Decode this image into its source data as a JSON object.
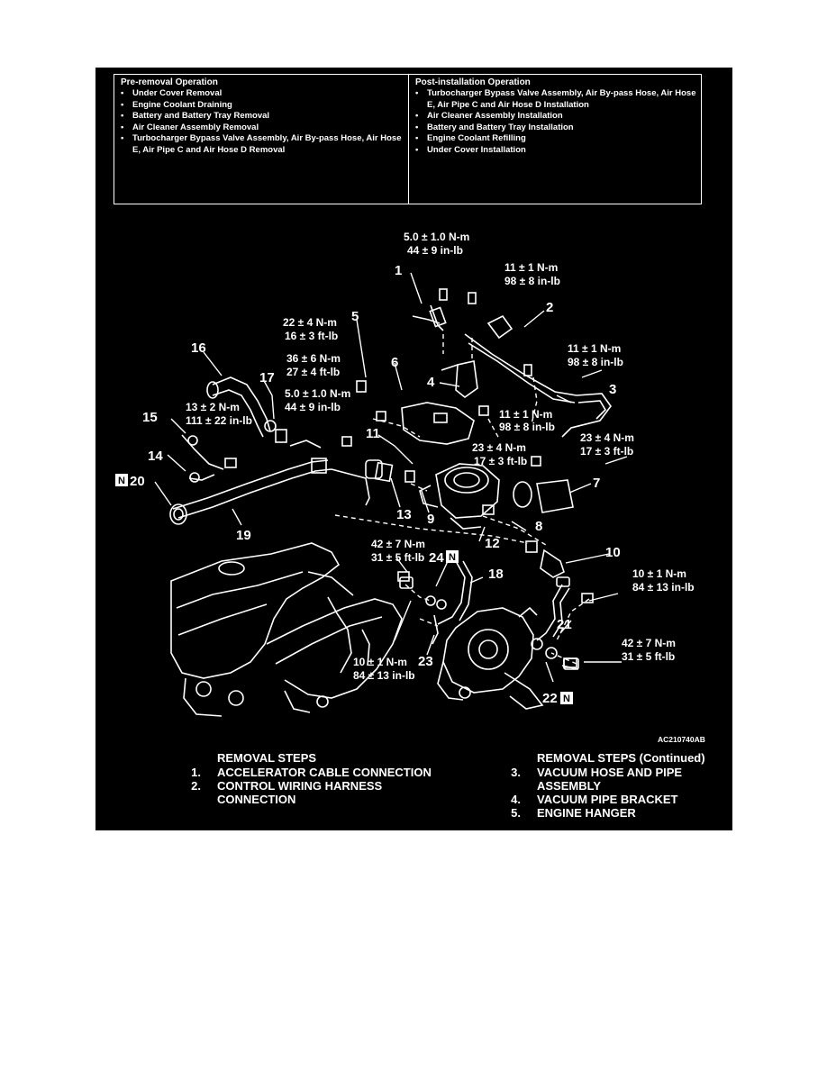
{
  "operations": {
    "pre_removal": {
      "heading": "Pre-removal Operation",
      "items": [
        "Under Cover Removal",
        "Engine Coolant Draining",
        "Battery and Battery Tray Removal",
        "Air Cleaner Assembly Removal",
        "Turbocharger Bypass Valve Assembly, Air By-pass Hose, Air Hose E, Air Pipe C and Air Hose D Removal"
      ]
    },
    "post_installation": {
      "heading": "Post-installation Operation",
      "items": [
        "Turbocharger Bypass Valve Assembly, Air By-pass Hose, Air Hose E, Air Pipe C and Air Hose D Installation",
        "Air Cleaner Assembly Installation",
        "Battery and Battery Tray Installation",
        "Engine Coolant Refilling",
        "Under Cover Installation"
      ]
    }
  },
  "diagram": {
    "code": "AC210740AB",
    "badge_letter": "N",
    "torque_labels": [
      {
        "id": "t1",
        "line1": "5.0 ± 1.0 N-m",
        "line2": "44 ± 9 in-lb"
      },
      {
        "id": "t2",
        "line1": "11 ± 1 N-m",
        "line2": "98 ± 8 in-lb"
      },
      {
        "id": "t3",
        "line1": "22 ± 4 N-m",
        "line2": "16 ± 3 ft-lb"
      },
      {
        "id": "t4",
        "line1": "11 ± 1 N-m",
        "line2": "98 ± 8 in-lb"
      },
      {
        "id": "t5",
        "line1": "36 ± 6 N-m",
        "line2": "27 ± 4 ft-lb"
      },
      {
        "id": "t6",
        "line1": "5.0 ± 1.0 N-m",
        "line2": "44 ± 9 in-lb"
      },
      {
        "id": "t7",
        "line1": "11 ± 1 N-m",
        "line2": "98 ± 8 in-lb"
      },
      {
        "id": "t8",
        "line1": "13 ± 2 N-m",
        "line2": "111 ± 22 in-lb"
      },
      {
        "id": "t9",
        "line1": "23 ± 4 N-m",
        "line2": "17 ± 3 ft-lb"
      },
      {
        "id": "t10",
        "line1": "23 ± 4 N-m",
        "line2": "17 ± 3 ft-lb"
      },
      {
        "id": "t11",
        "line1": "42 ± 7 N-m",
        "line2": "31 ± 5 ft-lb"
      },
      {
        "id": "t12",
        "line1": "10 ± 1 N-m",
        "line2": "84 ± 13 in-lb"
      },
      {
        "id": "t13",
        "line1": "42 ± 7 N-m",
        "line2": "31 ± 5 ft-lb"
      },
      {
        "id": "t14",
        "line1": "10 ± 1 N-m",
        "line2": "84 ± 13 in-lb"
      }
    ],
    "part_numbers": [
      "1",
      "2",
      "3",
      "4",
      "5",
      "6",
      "7",
      "8",
      "9",
      "10",
      "11",
      "12",
      "13",
      "14",
      "15",
      "16",
      "17",
      "18",
      "19",
      "20",
      "21",
      "22",
      "23",
      "24"
    ]
  },
  "removal_steps": {
    "heading": "REMOVAL STEPS",
    "items": [
      {
        "no": "1.",
        "text": "ACCELERATOR CABLE CONNECTION"
      },
      {
        "no": "2.",
        "text": "CONTROL WIRING HARNESS CONNECTION"
      }
    ],
    "continued_heading": "REMOVAL STEPS (Continued)",
    "continued_items": [
      {
        "no": "3.",
        "text": "VACUUM HOSE AND PIPE ASSEMBLY"
      },
      {
        "no": "4.",
        "text": "VACUUM PIPE BRACKET"
      },
      {
        "no": "5.",
        "text": "ENGINE HANGER"
      }
    ]
  }
}
